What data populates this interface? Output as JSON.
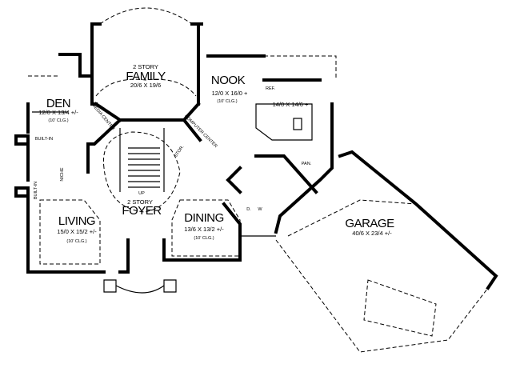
{
  "rooms": {
    "family": {
      "prefix": "2 STORY",
      "name": "FAMILY",
      "size": "20/6 X 19/6"
    },
    "nook": {
      "name": "NOOK",
      "size": "12/0 X 16/0 +",
      "ceiling": "(10' CLG.)"
    },
    "kitchen": {
      "size": "14/0 X 14/6 +"
    },
    "den": {
      "name": "DEN",
      "size": "12/0 X 13/4 +/-",
      "ceiling": "(10' CLG.)"
    },
    "foyer": {
      "prefix": "2 STORY",
      "name": "FOYER"
    },
    "living": {
      "name": "LIVING",
      "size": "15/0 X 15/2 +/-",
      "ceiling": "(10' CLG.)"
    },
    "dining": {
      "name": "DINING",
      "size": "13/6 X 13/2 +/-",
      "ceiling": "(10' CLG.)"
    },
    "garage": {
      "name": "GARAGE",
      "size": "40/6 X 23/4 +/-"
    }
  },
  "fixtures": {
    "built_in_den": "BUILT-IN",
    "built_in_living": "BUILT-IN",
    "niche": "NICHE",
    "media_center": "MEDIA CENTER",
    "computer_center": "COMPUTER CENTER",
    "storage": "STOR.",
    "stairs_up": "UP",
    "refrigerator": "REF.",
    "pantry": "PAN.",
    "washer_dryer_d": "D.",
    "washer_dryer_w": "W"
  }
}
